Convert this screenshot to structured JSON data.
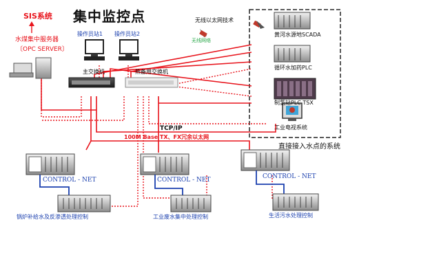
{
  "header": {
    "title": "集中监控点",
    "sis": "SIS系统",
    "server_line1": "水煤集中服务器",
    "server_line2": "〔OPC SERVER〕"
  },
  "stations": {
    "op1": "操作员站1",
    "op2": "操作员站2"
  },
  "switches": {
    "main": "主交换机",
    "backup": "热备用交换机"
  },
  "wireless": {
    "title": "无线以太网技术",
    "tag": "无线网络"
  },
  "remote_group": {
    "items": [
      "黄河水源地SCADA",
      "循环水加药PLC",
      "制氢站PLC TSX",
      "工业电视系统"
    ]
  },
  "network": {
    "protocol": "TCP/IP",
    "spec": "100M Base TX、FX冗余以太网",
    "new_point": "直接接入水点的系统"
  },
  "plants": [
    {
      "net": "CONTROL - NET",
      "name": "锅炉补给水及反渗透处理控制"
    },
    {
      "net": "CONTROL - NET",
      "name": "工业废水集中处理控制"
    },
    {
      "net": "CONTROL - NET",
      "name": "生活污水处理控制"
    }
  ],
  "colors": {
    "network_line": "#e8141c",
    "control_net": "#1a3fae",
    "wireless_tag": "#2aa84a"
  }
}
